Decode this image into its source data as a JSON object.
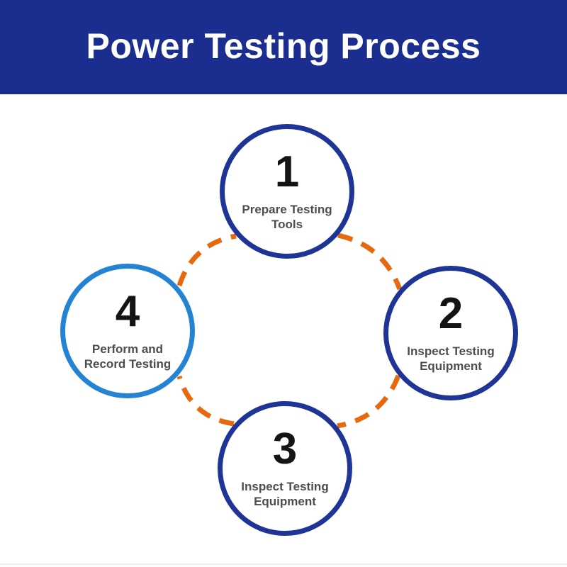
{
  "title": "Power Testing Process",
  "colors": {
    "header_background": "#1b2d8f",
    "title_text": "#ffffff",
    "circle_border_navy": "#1e3496",
    "circle_border_lightblue": "#2583d3",
    "connector_orange": "#e6690f",
    "number_text": "#141414",
    "label_text": "#4d4d4d"
  },
  "steps": [
    {
      "number": "1",
      "label_line1": "Prepare Testing",
      "label_line2": "Tools"
    },
    {
      "number": "2",
      "label_line1": "Inspect Testing",
      "label_line2": "Equipment"
    },
    {
      "number": "3",
      "label_line1": "Inspect Testing",
      "label_line2": "Equipment"
    },
    {
      "number": "4",
      "label_line1": "Perform and",
      "label_line2": "Record Testing"
    }
  ]
}
